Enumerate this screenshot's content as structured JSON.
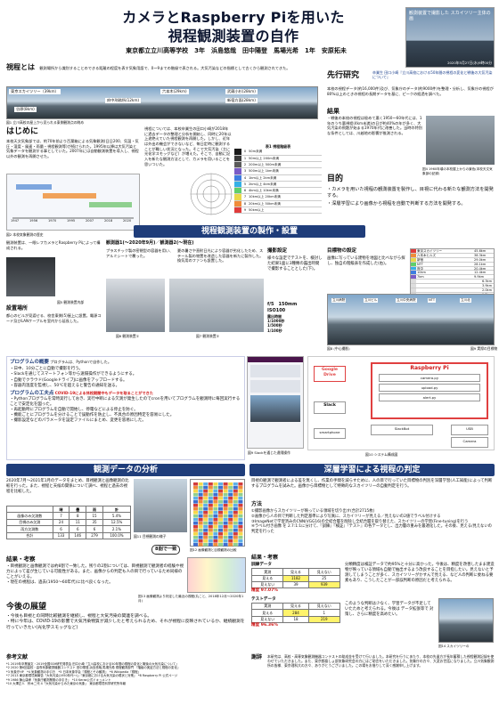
{
  "title": {
    "line1": "カメラとRaspberry Piを用いた",
    "line2": "視程観測装置の自作",
    "authors": "東京都立立川高等学校　3年　浜島悠哉　田中陽登　馬場光希　1年　安原拓未"
  },
  "top_photo": {
    "caption": "観測装置で撮影した スカイツリー主体の画",
    "date": "2020年5月27日(水)9時00分"
  },
  "visibility": {
    "heading": "視程とは",
    "text": "観測場所から識別することのできる距離の程度を表す気象用語で、0～9までの階級で表される。大気汚染などの指標として古くから観測されてきた。",
    "landmarks": [
      "東京スカイツリー（39km）",
      "六本木(29km)",
      "府中刑務所(12km)",
      "武蔵小杉(28km)",
      "新宿方面(28km)",
      "谷原(8km)"
    ],
    "caption": "図1 立川高校の屋上から見られる東側観測点の眺め"
  },
  "intro": {
    "heading": "はじめに",
    "text": "本校天文気象部では、約70年前より百葉箱による気象観測(日日200、気温・気圧・湿度・風速・雨量・視程観測等)が続けられた。1995年以降は大気汚染と気象データを観測する事としていた。2007年には自動観測装置を導入し、視程以外の観測を再開させた。",
    "text2": "視程については、本校卒業生の田口小崎が2018年に過去データの整理と分析を開始し、同時に20年以上途絶えていた視程観測を再開した。しかし、近年は外出の機会ができないなど、毎日定時に観測することが難しい状況となった。そこで大気汚染（主に光化学スモッグなど）が増えた。そこで、自動に記入を新たな観測方法として、カメラを用いることを思いついた。",
    "fig2_caption": "図2 本校気象観測の歴史",
    "fig3_caption": "図3 視程目標図",
    "timeline": [
      "1947",
      "1956",
      "1970",
      "1995",
      "2007",
      "2018",
      "2020"
    ],
    "fig3_title": "表1 視程階級表",
    "fig3_rows": [
      [
        "0",
        "50m未満"
      ],
      [
        "1",
        "50m以上 200m未満"
      ],
      [
        "2",
        "200m以上 500m未満"
      ],
      [
        "3",
        "500m以上 1km未満"
      ],
      [
        "4",
        "1km以上 2km未満"
      ],
      [
        "5",
        "2km以上 4km未満"
      ],
      [
        "6",
        "4km以上 10km未満"
      ],
      [
        "7",
        "10km以上 20km未満"
      ],
      [
        "8",
        "20km以上 50km未満"
      ],
      [
        "9",
        "50km以上"
      ]
    ]
  },
  "prior": {
    "heading": "先行研究",
    "badge": "卒業生 田口小崎『立川高校における50年間の視程の変化と戦後の大気汚染について』",
    "text": "本校の視程データ(約16,000件)及び、気象庁のデータ(約9000件)を整理・分析し、気象庁の視程が80%以上のときの視程の長期データを基に、ピークの経過を調べた。",
    "result_h": "結果",
    "result": "・戦後の本校の視程は極めて悪く1950～60年代には、1年のうち悪視程(4km未満)の日が約40%の年が多く、大気汚染の飛散が始まる1970年代に改善した。当時の特別な条件としては、川越地の影響が推測される。",
    "fig_caption": "図4 1960年頃の本校屋上からの景色(本校天文気象部の記録)"
  },
  "purpose": {
    "heading": "目的",
    "items": [
      "・カメラを用いた視程の観測装置を製作し、目視に代わる新たな観測方法を開発する。",
      "・深層学習により画像から視程を自動で判断する方法を開発する。"
    ]
  },
  "device": {
    "banner": "視程観測装置の製作・設置",
    "intro": "観測装置は、一眼レフカメラとRaspberry Piによって構成される。",
    "model1": "観測器1(～2020年9月)",
    "model2": "観測器2(～現在)",
    "model_text": "プラスチック製の密閉型の容器を用い、アルミシートで覆った。",
    "model2_text": "夏の暑さや直射日光により容器が劣化したため、ステール製の物置を改造した容器を新たに製作した。換気用のファンも設置した。",
    "loc_h": "設置場所",
    "loc_text": "都心のビルが見渡せる、校舎東側(5)屋上に設置。電源コード及びLANケーブルを室内から延長した。",
    "fig5": "図5 観測装置内部",
    "fig6": "図6 観測装置①",
    "fig7": "図7 観測装置②",
    "shoot_h": "撮影設定",
    "shoot_text": "様々な設定でテストを、検討した結果1面に3種類の露出時間で撮影することとした(下)。",
    "settings": [
      "f/5　150mm",
      "ISO100",
      "露出時間",
      "1/1000秒",
      "1/500秒",
      "1/100秒"
    ],
    "target_h": "目標物の設定",
    "target_text": "画像に写っている建物を地図と比べながら探し、独自の階級表を作成した(右)。",
    "fig8": "図8 (中心撮影)",
    "landmark_list": [
      "東京スカイツリー",
      "六本木ヒルズ",
      "新宿",
      "NTT",
      "府中",
      "10km",
      "7km"
    ],
    "dist_list": [
      "45.6km",
      "38.3km",
      "29.0km",
      "28.1km",
      "20.4km",
      "12.4km",
      "9.9km",
      "6.3km",
      "3.9km",
      "2.0km",
      "1.2km",
      "0.5km",
      "0.2km",
      "0.1km"
    ],
    "mark_labels": [
      "立川病院",
      "立川ビル",
      "立川中央病院",
      "NTT",
      "立川北"
    ],
    "fig9": "図9 実際の目標物"
  },
  "program": {
    "heading": "プログラムの概要",
    "heading_note": "プログラムは、Pythonで自作した。",
    "items": [
      "・日中、10分ごとに自動で撮影を行う。",
      "・Slackを通じてスマートフォン等から遠隔操作ができるようにする。",
      "・自動でクラウド(GoogleドライブJに画像をアップロードする。",
      "・容器内温度を監視し、50℃を超えると警告の通知を送る。"
    ],
    "ingenuity_h": "プログラムの工夫点",
    "ingenuity_note": "COVID-19による休校期間中もデータを取ることができた",
    "ingenuity": [
      "・Pythonプログラムを常時実行しておき、実行中断による欠測が発生したのでcronを用いてプログラムを観測時に毎回実行することで安定化を図った。",
      "・再起動時にプログラムを自動で開始し、停電などによる停止を防ぐ。",
      "・機能ごとにプログラムを分けることで誤動作を防止し、不具合の原因特定を容易にした。",
      "・撮影設定などのパラメータを設定ファイルにまとめ、変更を容易にした。"
    ],
    "fig9_caption": "図9 Slackを通じた遠隔操作",
    "fig10_caption": "図10 システム構成図",
    "nodes": [
      "Google Drive",
      "Raspberry Pi",
      "Slack",
      "SlackBot",
      "USB",
      "Camera",
      "File Server",
      "camera.py",
      "upload.py",
      "alert.py",
      "smartphone"
    ]
  },
  "analysis": {
    "banner": "観測データの分析",
    "intro": "2020年7月～2021年1月のデータをまとめ、目視観測と画像観測の比較を行った。また、視程と天候の関係について調べ、視程と過去の視程を比較した。",
    "table_headers": [
      "",
      "晴",
      "曇",
      "雨",
      "計"
    ],
    "table_rows": [
      [
        "画像のみ欠測数",
        "7",
        "8",
        "15",
        "5.4%"
      ],
      [
        "目視のみ欠測",
        "24",
        "11",
        "35",
        "12.5%"
      ],
      [
        "両方欠測数",
        "6",
        "6",
        "6",
        "2.1%"
      ],
      [
        "合計",
        "133",
        "146",
        "279",
        "100.0%"
      ]
    ],
    "fig11": "図11 目視観測の様子",
    "badge": "8割で一致",
    "fig12": "図12 画像観測と目視観測の比較",
    "fig13": "図13 画像観測より判定した最近の視程(丸こと、2018年12月～2020年1月)",
    "result_h": "結果・考察",
    "result": [
      "・目視観測と画像観測では約8割で一致した。残りの2割については、目視観測で観測者の経験や視力によって差が生じている可能性がある。また、画像からの判定も人の目で行っているため同様のことがいえる。",
      "・現在の視程は、過去(1950〜60年代)に比べ良くなった。"
    ],
    "future_h": "今後の展望",
    "future": [
      "・今後も目視との同時比較観測を継続し、視程と大気汚染の関連を調べる。",
      "・特に今年は、COVID-19の影響で大気汚染物質が減少したと考えられるため、それが視程に反映されているか、継続観測を行っていきたい(光化学スモッグなど)"
    ],
    "legend": [
      "1",
      "2",
      "3",
      "4",
      "5",
      "6",
      "7",
      "8",
      "9"
    ]
  },
  "dl": {
    "banner": "深層学習による視程の判定",
    "intro": "目視の観測で観測者による差を無くし、作業の手間を減らすために、人の目で行っていた目標物の判別を深層学習(人工知能)によって判断するプログラムを試みた。画像から目標物として特徴的なスカイツリーの自動判定を行う。",
    "method_h": "方法",
    "methods": [
      "①撮影画像からスカイツリーが映っている領域を切り出す(合計2715枚)",
      "②画像から人の目で判断した判定基準により写真に、スカイツリーが見える／見えないの2値でラベル付けする",
      "③ImageNetで学習済みのCNN(VGG16)の全結合層を削除し全結合層を取り替えた、スカイツリーの学習(Fine-tuning)を行う",
      "④ラベル付き画像 を 2.7:1:1に分けて、『訓練』『検証』『テスト』の各データとし、出力層の重みを最適化した。その後、見える/見えないの判定を行った"
    ],
    "result_h": "結果・考察",
    "result": "分類精度は検証データで約95%と十分に高かった。今後は、精度を改善したまま建造物が映っている領域も自動で抽出するよう改良することを目指したい。見えないと予測してしまうことが多く、スカイツリーがかすんで見える、など人の判断に委ねる要素もあり、こうしたことが一部誤判断の原因だと考えられる。",
    "result2": "このような判断は少なく、学習データが不足していたためと考えられる。今後は データ拡張等で 対策し、さらに精度を高めたい。",
    "train_title": "訓練データ",
    "test_title": "テストデータ",
    "matrix_head": [
      "予測",
      "見える",
      "見えない"
    ],
    "matrix_col": "実測",
    "train_rows": [
      [
        "見える",
        "1182",
        "25"
      ],
      [
        "見えない",
        "39",
        "939"
      ]
    ],
    "train_acc": "精度 97.07%",
    "test_rows": [
      [
        "見える",
        "284",
        "1"
      ],
      [
        "見えない",
        "18",
        "219"
      ]
    ],
    "test_acc": "精度 96.36%",
    "fig14": "図14 スカイツリーの"
  },
  "refs": {
    "heading": "参考文献",
    "items": [
      "*1 2019年卒業論文・2019全国SSH研究発表会 田口小崎『立川高校における50年間の視程の変化と戦後の大気汚染について』",
      "*2 2020 第6回高校・高専気象観測機器コンテスト 田中陽登,浜島悠哉,馬場光希 視程観測部門 『階級の実証方法と視程の変化』",
      "*3 気象庁HP　*4 気象観測の手引き　*5 日本気象学会『視程とその観測』　*6 Wikipedia『視程』",
      "*7 2013 東京都環境局報告「大気汚染(1950年代～)」『東京都における大気汚染の現状と対策』　*8 Raspberry Pi 公式ページ",
      "*9 1986 陳山康孝『気象庁観測業務の手引き』　*10 Keras公式ドキュメント",
      "*10 大澤正人　鈴木二代 4「大気汚染からみた東京の気象」　東京都環境科学研究所年報"
    ]
  },
  "ack": {
    "heading": "謝辞",
    "text": "本研究は、高校・高専気象観測機器コンテストの助成金を受けて行いました。本研究を行うにあたり、本校の先輩方が長年蓄積した視程観測記録を使わせていただきました。また、東京都島しょ部気象研究会の方にはご助言をいただきました。気象庁の方々、大変お世話になりました。立川気象観測所の皆様、東京理科大の方々、ありがとうございました。この場をお借りして深く感謝申し上げます。"
  },
  "colors": {
    "navy": "#1f3d7a",
    "panel_border": "#c9cde6",
    "accent_red": "#d01818"
  }
}
